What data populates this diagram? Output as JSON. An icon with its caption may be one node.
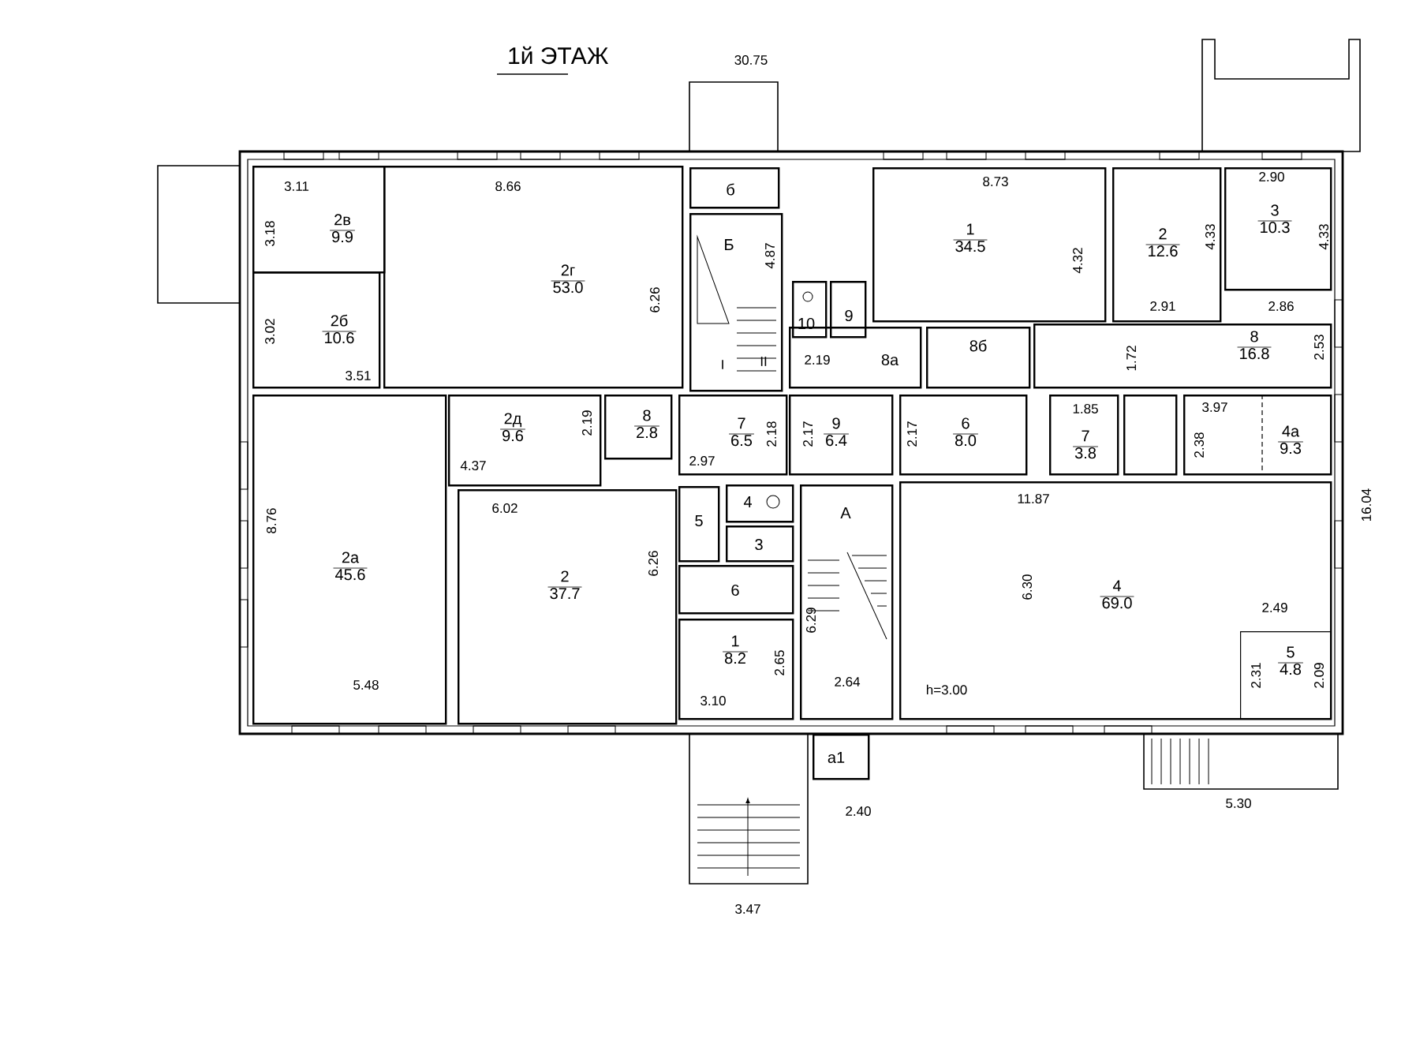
{
  "diagram": {
    "title": "1й ЭТАЖ",
    "nodes": [
      {
        "text": [
          "2в",
          "9.9"
        ]
      },
      {
        "text": [
          "2г",
          "53.0"
        ]
      },
      {
        "text": [
          "2б",
          "10.6"
        ]
      },
      {
        "text": [
          "б"
        ]
      },
      {
        "text": [
          "Б"
        ]
      },
      {
        "text": [
          "1",
          "34.5"
        ]
      },
      {
        "text": [
          "2",
          "12.6"
        ]
      },
      {
        "text": [
          "3",
          "10.3"
        ]
      },
      {
        "text": [
          "10"
        ]
      },
      {
        "text": [
          "9"
        ]
      },
      {
        "text": [
          "8а"
        ]
      },
      {
        "text": [
          "8б"
        ]
      },
      {
        "text": [
          "8",
          "16.8"
        ]
      },
      {
        "text": [
          "2а",
          "45.6"
        ]
      },
      {
        "text": [
          "2д",
          "9.6"
        ]
      },
      {
        "text": [
          "8",
          "2.8"
        ]
      },
      {
        "text": [
          "7",
          "6.5"
        ]
      },
      {
        "text": [
          "9",
          "6.4"
        ]
      },
      {
        "text": [
          "6",
          "8.0"
        ]
      },
      {
        "text": [
          "7",
          "3.8"
        ]
      },
      {
        "text": [],
        "shape": "box"
      },
      {
        "text": [
          "4а",
          "9.3"
        ]
      },
      {
        "text": [
          "5"
        ]
      },
      {
        "text": [
          "4"
        ]
      },
      {
        "text": [
          "3"
        ]
      },
      {
        "text": [
          "2",
          "37.7"
        ]
      },
      {
        "text": [
          "6"
        ]
      },
      {
        "text": [
          "1",
          "8.2"
        ]
      },
      {
        "text": [
          "А"
        ]
      },
      {
        "text": [
          "4",
          "69.0"
        ]
      },
      {
        "text": [
          "5",
          "4.8"
        ],
        "in": 29
      },
      {
        "text": [
          "а1"
        ]
      }
    ],
    "labels": [
      "30.75",
      "3.11",
      "8.66",
      "8.73",
      "2.90",
      "3.18",
      "4.87",
      "4.32",
      "4.33",
      "4.33",
      "3.02",
      "6.26",
      "2.91",
      "2.86",
      "I",
      "II",
      "2.19",
      "1.72",
      "2.53",
      "3.51",
      "2.19",
      "1.85",
      "3.97",
      "2.18",
      "2.17",
      "2.17",
      "2.38",
      "4.37",
      "2.97",
      "8.76",
      "6.02",
      "11.87",
      "16.04",
      "6.26",
      "6.30",
      "2.49",
      "6.29",
      "2.65",
      "2.31",
      "2.09",
      "5.48",
      "3.10",
      "2.64",
      "h=3.00",
      "2.40",
      "5.30",
      "3.47"
    ]
  }
}
